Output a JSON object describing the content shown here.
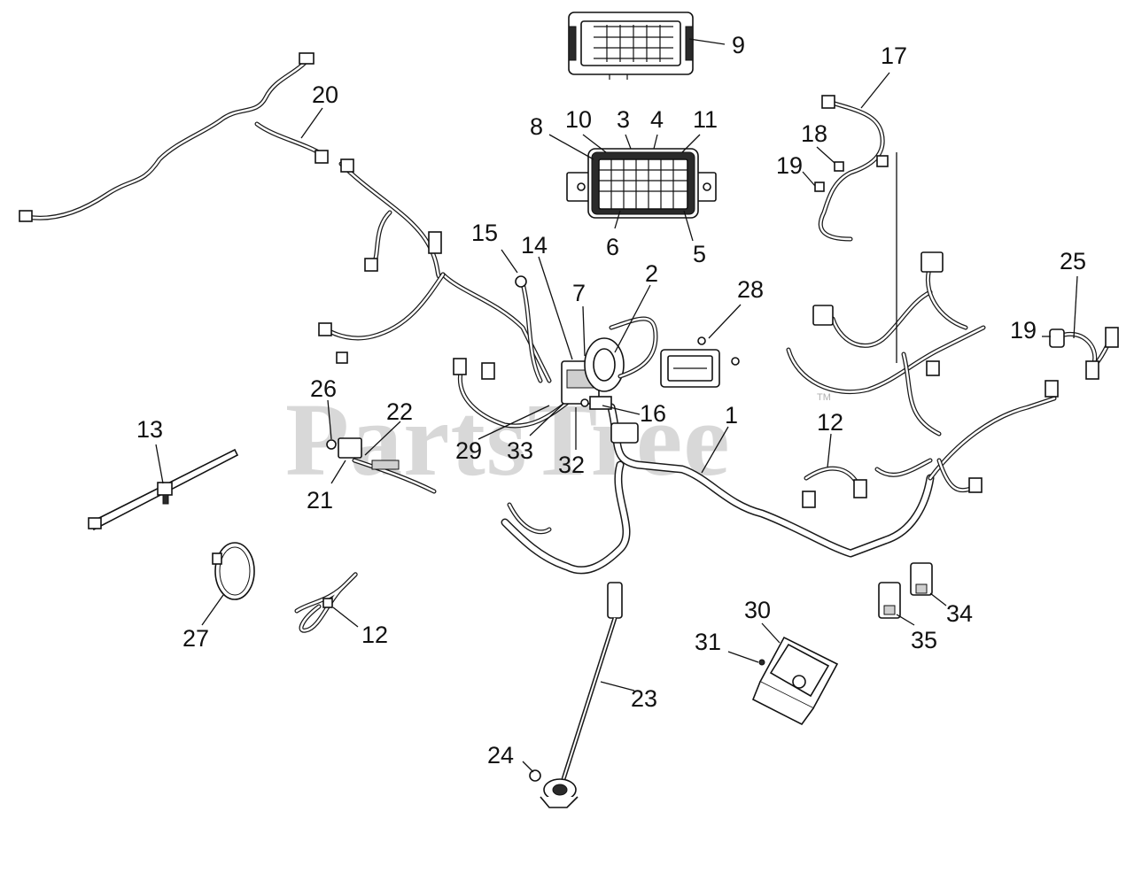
{
  "watermark": {
    "text": "PartsTree",
    "trademark": "TM"
  },
  "callouts": [
    {
      "id": "1",
      "label": "1"
    },
    {
      "id": "2",
      "label": "2"
    },
    {
      "id": "3",
      "label": "3"
    },
    {
      "id": "4",
      "label": "4"
    },
    {
      "id": "5",
      "label": "5"
    },
    {
      "id": "6",
      "label": "6"
    },
    {
      "id": "7",
      "label": "7"
    },
    {
      "id": "8",
      "label": "8"
    },
    {
      "id": "9",
      "label": "9"
    },
    {
      "id": "10",
      "label": "10"
    },
    {
      "id": "11",
      "label": "11"
    },
    {
      "id": "12a",
      "label": "12"
    },
    {
      "id": "12b",
      "label": "12"
    },
    {
      "id": "13",
      "label": "13"
    },
    {
      "id": "14",
      "label": "14"
    },
    {
      "id": "15",
      "label": "15"
    },
    {
      "id": "16",
      "label": "16"
    },
    {
      "id": "17",
      "label": "17"
    },
    {
      "id": "18",
      "label": "18"
    },
    {
      "id": "19a",
      "label": "19"
    },
    {
      "id": "19b",
      "label": "19"
    },
    {
      "id": "20",
      "label": "20"
    },
    {
      "id": "21",
      "label": "21"
    },
    {
      "id": "22",
      "label": "22"
    },
    {
      "id": "23",
      "label": "23"
    },
    {
      "id": "24",
      "label": "24"
    },
    {
      "id": "25",
      "label": "25"
    },
    {
      "id": "26",
      "label": "26"
    },
    {
      "id": "27",
      "label": "27"
    },
    {
      "id": "28",
      "label": "28"
    },
    {
      "id": "29",
      "label": "29"
    },
    {
      "id": "30",
      "label": "30"
    },
    {
      "id": "31",
      "label": "31"
    },
    {
      "id": "32",
      "label": "32"
    },
    {
      "id": "33",
      "label": "33"
    },
    {
      "id": "34",
      "label": "34"
    },
    {
      "id": "35",
      "label": "35"
    }
  ]
}
